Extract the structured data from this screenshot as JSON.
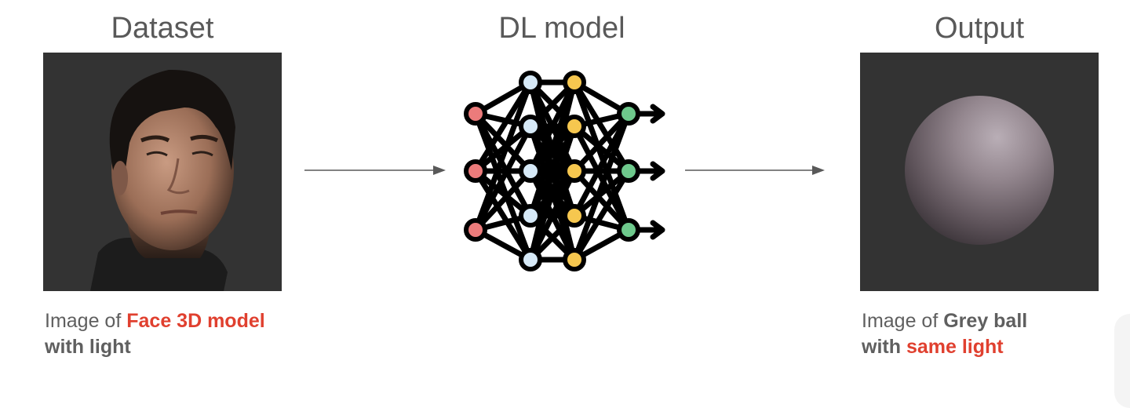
{
  "stages": {
    "dataset": {
      "title": "Dataset"
    },
    "model": {
      "title": "DL model"
    },
    "output": {
      "title": "Output"
    }
  },
  "captions": {
    "face": {
      "prefix": "Image of ",
      "highlight": "Face 3D model",
      "line2": "with light"
    },
    "ball": {
      "prefix": "Image of ",
      "bold": "Grey ball",
      "line2_prefix": "with ",
      "highlight": "same light"
    }
  },
  "colors": {
    "heading": "#595959",
    "caption": "#5f5f5f",
    "highlight": "#e0402f",
    "panel_bg": "#333333",
    "input_node": "#ec7b7b",
    "hidden1_node": "#d6e9f7",
    "hidden2_node": "#f6c74f",
    "output_node": "#6ec98c"
  },
  "icons": {
    "input_image": "face-3d-render",
    "model": "neural-network-icon",
    "output_image": "grey-sphere-render"
  }
}
